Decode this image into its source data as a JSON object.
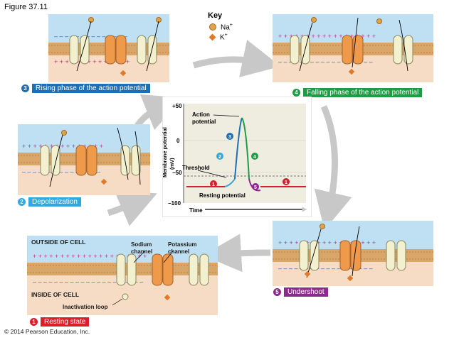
{
  "figure_title": "Figure 37.11",
  "copyright": "© 2014 Pearson Education, Inc.",
  "key": {
    "title": "Key",
    "na_label": "Na",
    "k_label": "K",
    "charge": "+"
  },
  "stages": {
    "s1": {
      "num": "1",
      "label": "Resting state",
      "color": "#d81f2a"
    },
    "s2": {
      "num": "2",
      "label": "Depolarization",
      "color": "#2fa8dc"
    },
    "s3": {
      "num": "3",
      "label": "Rising phase of the action potential",
      "color": "#1e6fb4"
    },
    "s4": {
      "num": "4",
      "label": "Falling phase of the action potential",
      "color": "#1e9c45"
    },
    "s5": {
      "num": "5",
      "label": "Undershoot",
      "color": "#8e2a8e"
    }
  },
  "cell": {
    "outside": "OUTSIDE OF CELL",
    "inside": "INSIDE OF CELL",
    "sodium_channel": [
      "Sodium",
      "channel"
    ],
    "potassium_channel": [
      "Potassium",
      "channel"
    ],
    "inactivation_loop": "Inactivation loop"
  },
  "graph": {
    "ylabel": [
      "Membrane potential",
      "(mV)"
    ],
    "xlabel": "Time",
    "yticks": [
      "+50",
      "0",
      "−50",
      "−100"
    ],
    "action_potential": [
      "Action",
      "potential"
    ],
    "threshold": "Threshold",
    "resting_potential": "Resting potential",
    "markers": [
      "1",
      "2",
      "3",
      "4",
      "5",
      "1"
    ]
  },
  "colors": {
    "membrane_head": "#d9a66a",
    "outside": "#bfe0f2",
    "inside": "#f6dcc4",
    "na_channel": "#f3f0cf",
    "k_channel": "#ee9a4a",
    "plus": "#cc2e8e",
    "minus": "#1f5fb0"
  }
}
